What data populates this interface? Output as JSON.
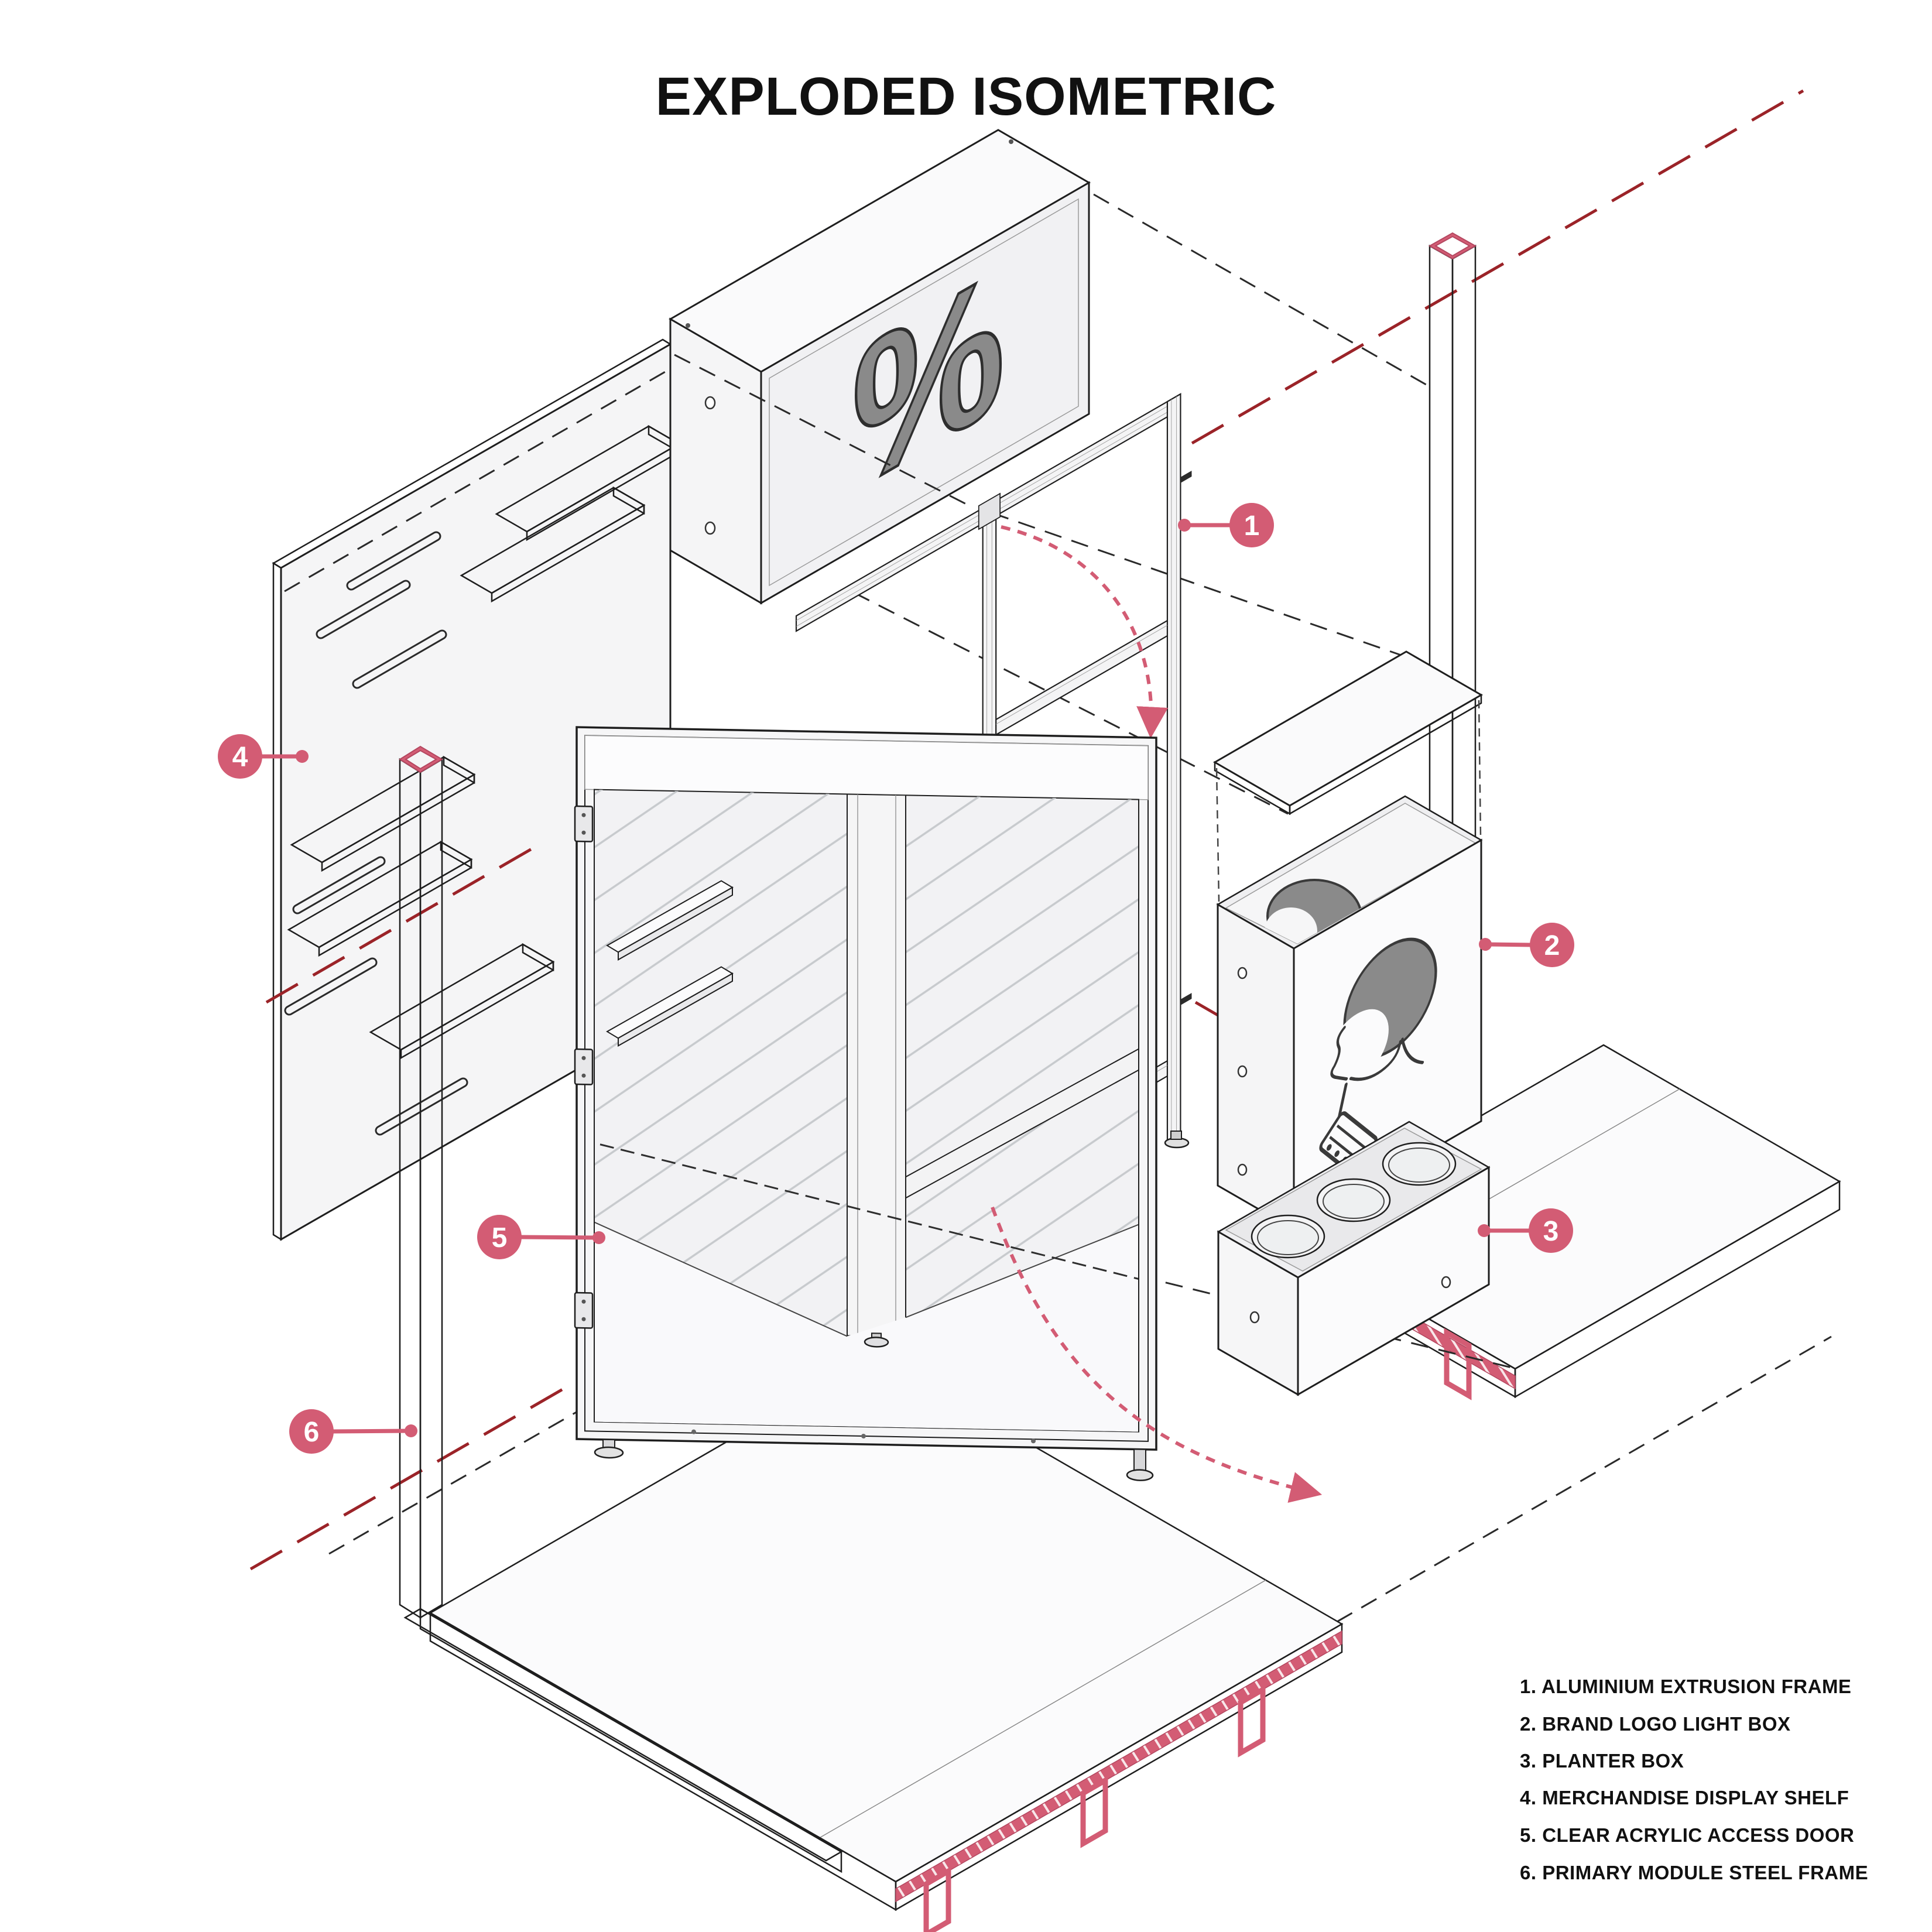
{
  "title": "EXPLODED ISOMETRIC",
  "percent_symbol": "%",
  "legend": {
    "items": [
      "1. ALUMINIUM EXTRUSION FRAME",
      "2. BRAND LOGO LIGHT BOX",
      "3. PLANTER BOX",
      "4. MERCHANDISE DISPLAY SHELF",
      "5. CLEAR ACRYLIC ACCESS DOOR",
      "6. PRIMARY MODULE STEEL FRAME"
    ]
  },
  "callouts": [
    "1",
    "2",
    "3",
    "4",
    "5",
    "6"
  ],
  "colors": {
    "accent_pink": "#d35c74",
    "centerline_red": "#9b2328",
    "line_dark": "#1e1e1e",
    "logo_gray": "#8a8a8a"
  }
}
